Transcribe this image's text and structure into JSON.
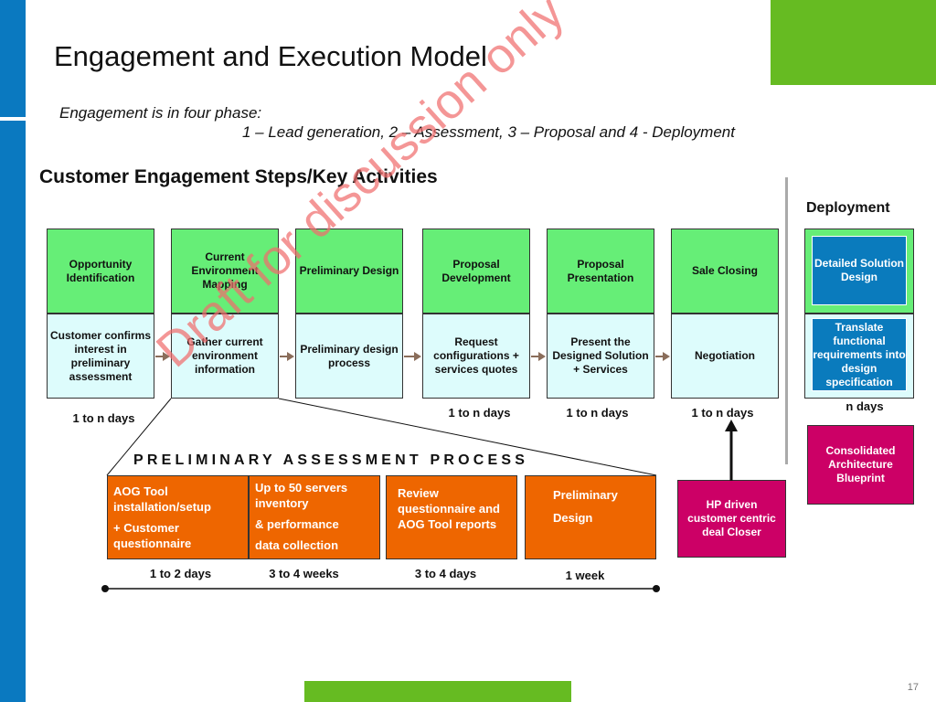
{
  "slide": {
    "title": "Engagement and Execution Model",
    "subtitle_line1": "Engagement is in four phase:",
    "subtitle_line2": "1 – Lead generation, 2 – Assessment, 3 – Proposal  and 4 -  Deployment",
    "heading": "Customer Engagement Steps/Key Activities",
    "page_number": "17",
    "watermark": "Draft for discussion only"
  },
  "stages": [
    {
      "name": "Opportunity Identification",
      "activity": "Customer confirms interest in preliminary assessment",
      "duration": "1 to n days"
    },
    {
      "name": "Current Environment Mapping",
      "activity": "Gather current environment information",
      "duration": ""
    },
    {
      "name": "Preliminary Design",
      "activity": "Preliminary design process",
      "duration": ""
    },
    {
      "name": "Proposal Development",
      "activity": "Request configurations + services quotes",
      "duration": "1 to n days"
    },
    {
      "name": "Proposal Presentation",
      "activity": "Present the Designed Solution + Services",
      "duration": "1 to n days"
    },
    {
      "name": "Sale Closing",
      "activity": "Negotiation",
      "duration": "1 to n days"
    }
  ],
  "deployment": {
    "label": "Deployment",
    "top_box": "Detailed Solution Design",
    "bottom_box": "Translate functional requirements into design specification",
    "duration": "n days",
    "blueprint": "Consolidated Architecture Blueprint"
  },
  "hp_closer": "HP driven customer centric deal Closer",
  "assessment": {
    "label": "PRELIMINARY ASSESSMENT PROCESS",
    "steps": [
      {
        "lines": [
          "AOG Tool installation/setup",
          "+ Customer questionnaire"
        ],
        "duration": "1 to 2 days"
      },
      {
        "lines": [
          "Up to 50 servers inventory",
          "& performance",
          "data collection"
        ],
        "duration": "3 to 4 weeks"
      },
      {
        "lines": [
          "Review questionnaire and AOG Tool reports"
        ],
        "duration": "3 to 4 days"
      },
      {
        "lines": [
          "Preliminary",
          "Design"
        ],
        "duration": "1 week"
      }
    ]
  },
  "colors": {
    "brand_blue": "#0a79c0",
    "brand_green": "#66bb22",
    "stage_green": "#66ee77",
    "activity_cyan": "#ddfcfc",
    "orange": "#ee6600",
    "magenta": "#cc0066"
  }
}
